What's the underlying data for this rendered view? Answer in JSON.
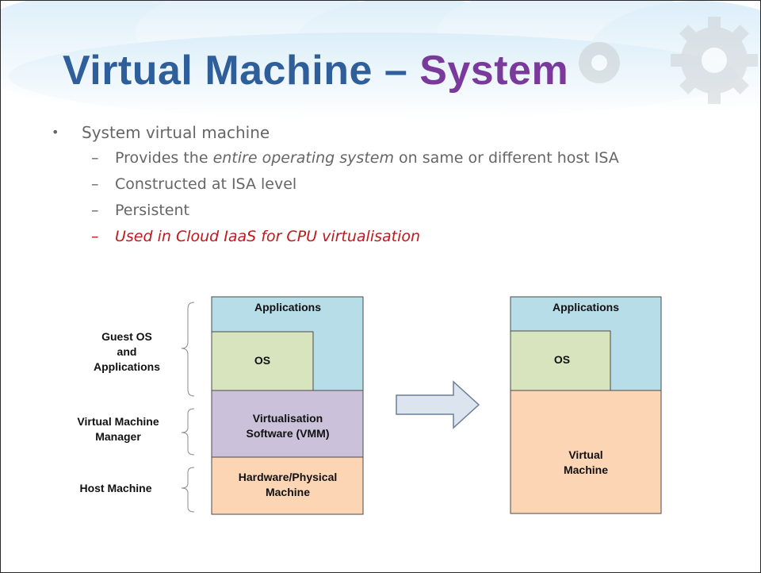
{
  "title": {
    "part1": "Virtual Machine",
    "separator": " – ",
    "part2": "System"
  },
  "bullets": {
    "main": "System virtual machine",
    "subs": [
      {
        "prefix": "Provides the ",
        "emphasis": "entire operating system",
        "suffix": " on same or different host ISA"
      },
      {
        "text": "Constructed at ISA level"
      },
      {
        "text": "Persistent"
      },
      {
        "text": "Used in Cloud IaaS for CPU virtualisation",
        "color": "#c0191c"
      }
    ]
  },
  "left_stack": {
    "applications": "Applications",
    "os": "OS",
    "vmm": [
      "Virtualisation",
      "Software (VMM)"
    ],
    "hardware": [
      "Hardware/Physical",
      "Machine"
    ]
  },
  "right_stack": {
    "applications": "Applications",
    "os": "OS",
    "vm": [
      "Virtual",
      "Machine"
    ]
  },
  "brace_labels": {
    "guest": [
      "Guest OS",
      "and",
      "Applications"
    ],
    "vmm": [
      "Virtual Machine",
      "Manager"
    ],
    "host": [
      "Host Machine"
    ]
  },
  "colors": {
    "applications": "#b7dde8",
    "os": "#d7e4bd",
    "vmm": "#ccc1da",
    "hardware": "#fcd5b5",
    "arrow": "#dbe4ef"
  }
}
